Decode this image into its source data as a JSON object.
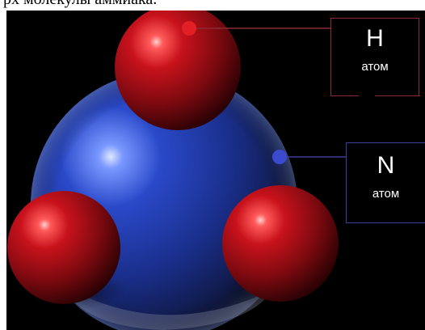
{
  "top_text": "рх молекулы аммиака.",
  "labels": {
    "hydrogen": {
      "symbol": "H",
      "caption": "атом"
    },
    "nitrogen": {
      "symbol": "N",
      "caption": "атом"
    }
  },
  "colors": {
    "background": "#000000",
    "hydrogen": "#b3101a",
    "nitrogen": "#1f3cb0",
    "hydrogen_line": "#8b2a32",
    "nitrogen_line": "#3a3f9a"
  }
}
